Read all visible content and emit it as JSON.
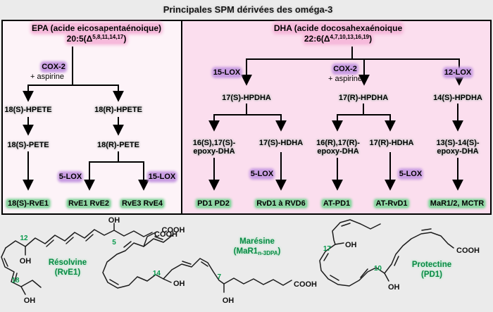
{
  "title": "Principales SPM dérivées des oméga-3",
  "colors": {
    "page_bg": "#ebebeb",
    "epa_panel_bg": "#fdf3f8",
    "dha_panel_bg": "#fbdeee",
    "pink_highlight": "#f6badb",
    "purple_highlight": "#c99ee2",
    "green_highlight": "#8fd6a4",
    "green_text": "#089a4c"
  },
  "epa": {
    "title": "EPA (acide eicosapentaénoique)",
    "formula_pre": "20:5(Δ",
    "formula_sup": "5,8,11,14,17",
    "formula_post": ")",
    "cox2": "COX-2",
    "aspirine": "+ aspirine",
    "lox5": "5-LOX",
    "lox15": "15-LOX",
    "hpete_s": "18(S)-HPETE",
    "hpete_r": "18(R)-HPETE",
    "pete_s": "18(S)-PETE",
    "pete_r": "18(R)-PETE",
    "prod_rve1_18s": "18(S)-RvE1",
    "prod_rve12": "RvE1 RvE2",
    "prod_rve34": "RvE3 RvE4"
  },
  "dha": {
    "title": "DHA (acide docosahexaénoique",
    "formula_pre": "22:6(Δ",
    "formula_sup": "4,7,10,13,16,19",
    "formula_post": ")",
    "lox15": "15-LOX",
    "cox2": "COX-2",
    "aspirine": "+ aspirine",
    "lox12": "12-LOX",
    "lox5_left": "5-LOX",
    "lox5_right": "5-LOX",
    "hpdha_17s": "17(S)-HPDHA",
    "hpdha_17r": "17(R)-HPDHA",
    "hpdha_14s": "14(S)-HPDHA",
    "epoxy_s_l1": "16(S),17(S)-",
    "epoxy_s_l2": "epoxy-DHA",
    "hdha_17s": "17(S)-HDHA",
    "epoxy_r_l1": "16(R),17(R)-",
    "epoxy_r_l2": "epoxy-DHA",
    "hdha_17r": "17(R)-HDHA",
    "epoxy_13_l1": "13(S)-14(S)-",
    "epoxy_13_l2": "epoxy-DHA",
    "prod_pd": "PD1 PD2",
    "prod_rvd": "RvD1 à RVD6",
    "prod_atpd1": "AT-PD1",
    "prod_atrvd1": "AT-RvD1",
    "prod_mar": "MaR1/2, MCTR"
  },
  "structures": {
    "oh": "OH",
    "cooh": "COOH",
    "resolvine": {
      "name": "Résolvine",
      "abbr": "(RvE1)",
      "n12": "12",
      "n5": "5",
      "n18": "18"
    },
    "maresine": {
      "name": "Marésine",
      "abbr_pre": "(MaR1",
      "abbr_sub": "n-3DPA",
      "abbr_post": ")",
      "n14": "14",
      "n7": "7"
    },
    "protectine": {
      "name": "Protectine",
      "abbr": "(PD1)",
      "n17": "17",
      "n10": "10"
    }
  }
}
